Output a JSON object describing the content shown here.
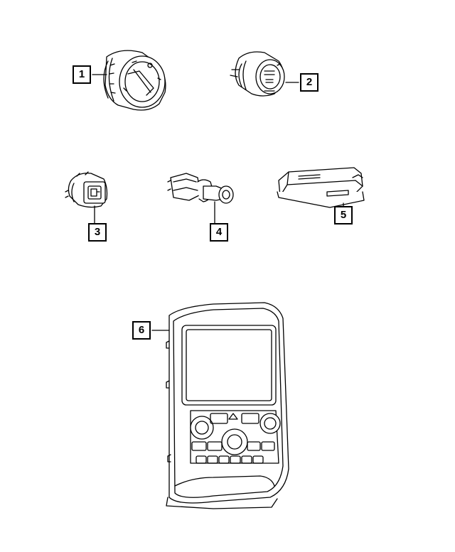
{
  "diagram": {
    "callouts": [
      {
        "id": "1",
        "label": "1"
      },
      {
        "id": "2",
        "label": "2"
      },
      {
        "id": "3",
        "label": "3"
      },
      {
        "id": "4",
        "label": "4"
      },
      {
        "id": "5",
        "label": "5"
      },
      {
        "id": "6",
        "label": "6"
      }
    ],
    "parts": [
      {
        "callout": "1",
        "part": "headlamp-switch"
      },
      {
        "callout": "2",
        "part": "ignition-push-button-switch"
      },
      {
        "callout": "3",
        "part": "fuel-door-release-switch"
      },
      {
        "callout": "4",
        "part": "brake-lamp-switch"
      },
      {
        "callout": "5",
        "part": "switch-module"
      },
      {
        "callout": "6",
        "part": "radio-climate-control-bezel"
      }
    ]
  }
}
